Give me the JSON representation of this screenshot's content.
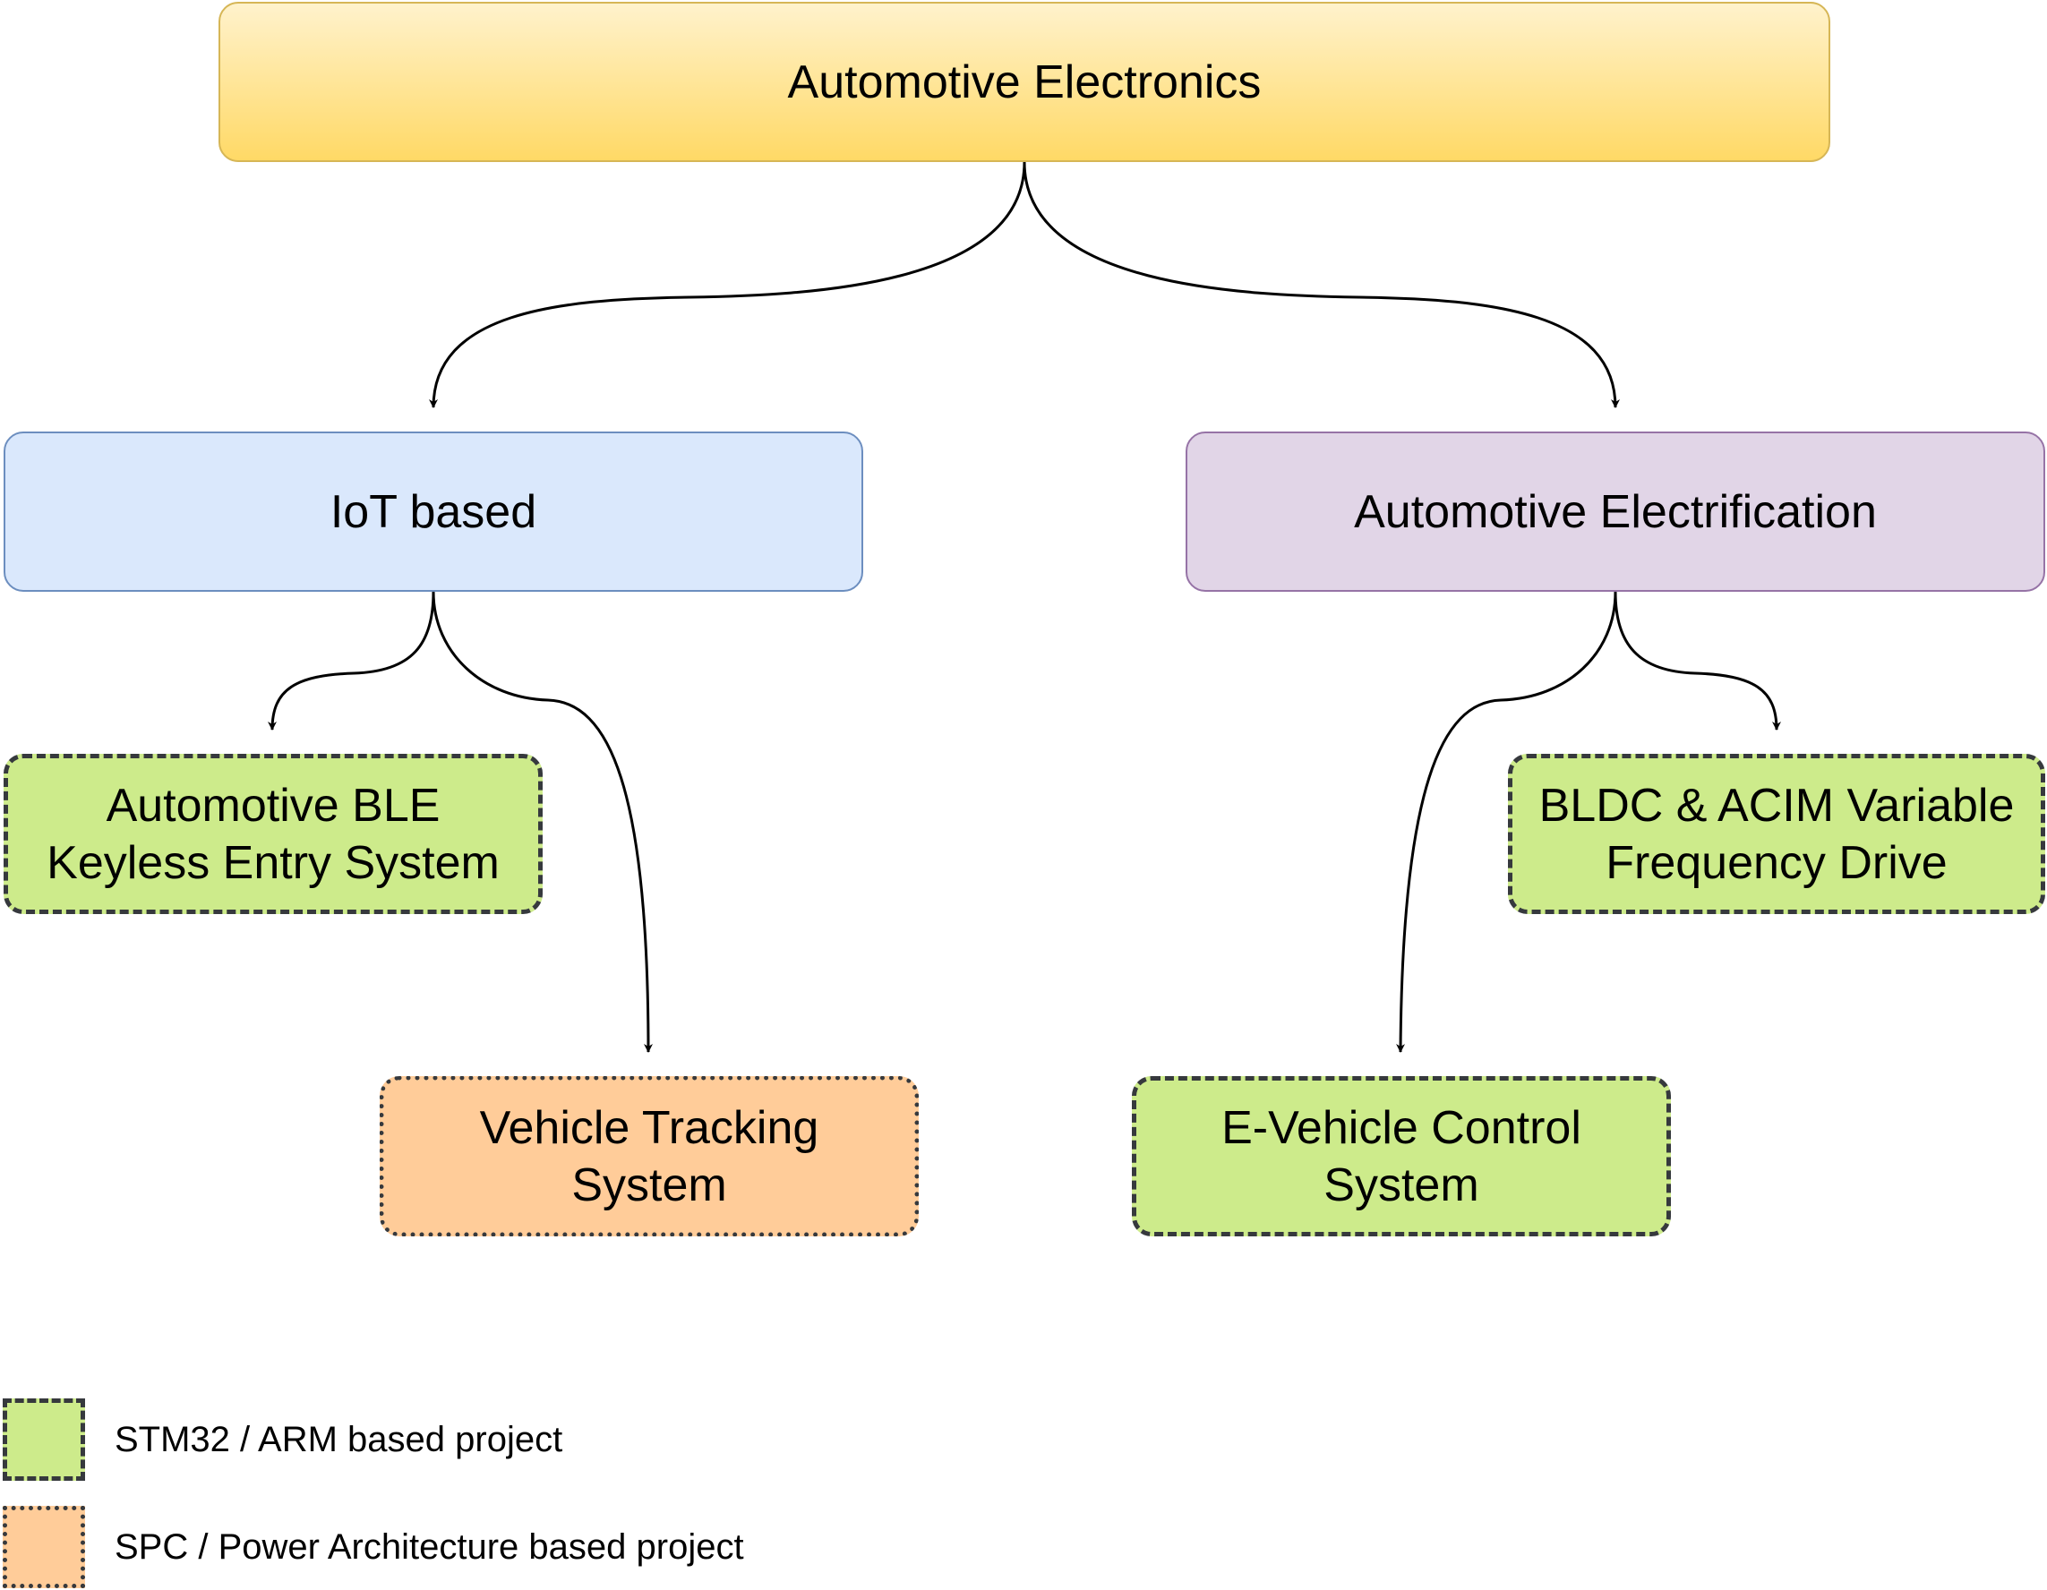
{
  "diagram": {
    "nodes": {
      "root": {
        "label": "Automotive Electronics",
        "fill": "#ffd966",
        "border": "#d6b656"
      },
      "iot": {
        "label": "IoT based",
        "fill": "#dae8fc",
        "border": "#6c8ebf"
      },
      "electrification": {
        "label": "Automotive Electrification",
        "fill": "#e1d5e7",
        "border": "#9673a6"
      },
      "ble_keyless": {
        "label": "Automotive BLE\nKeyless Entry System",
        "category": "STM32 / ARM based project"
      },
      "vehicle_tracking": {
        "label": "Vehicle Tracking\nSystem",
        "category": "SPC / Power Architecture based project"
      },
      "ev_control": {
        "label": "E-Vehicle Control\nSystem",
        "category": "STM32 / ARM based project"
      },
      "bldc_acim": {
        "label": "BLDC & ACIM Variable\nFrequency Drive",
        "category": "STM32 / ARM based project"
      }
    },
    "edges": [
      {
        "from": "root",
        "to": "iot"
      },
      {
        "from": "root",
        "to": "electrification"
      },
      {
        "from": "iot",
        "to": "ble_keyless"
      },
      {
        "from": "iot",
        "to": "vehicle_tracking"
      },
      {
        "from": "electrification",
        "to": "ev_control"
      },
      {
        "from": "electrification",
        "to": "bldc_acim"
      }
    ]
  },
  "legend": {
    "stm32": {
      "label": "STM32 / ARM based project",
      "fill": "#cdeb8b",
      "border_style": "dashed"
    },
    "spc": {
      "label": "SPC / Power Architecture based project",
      "fill": "#ffcc99",
      "border_style": "dotted"
    }
  }
}
